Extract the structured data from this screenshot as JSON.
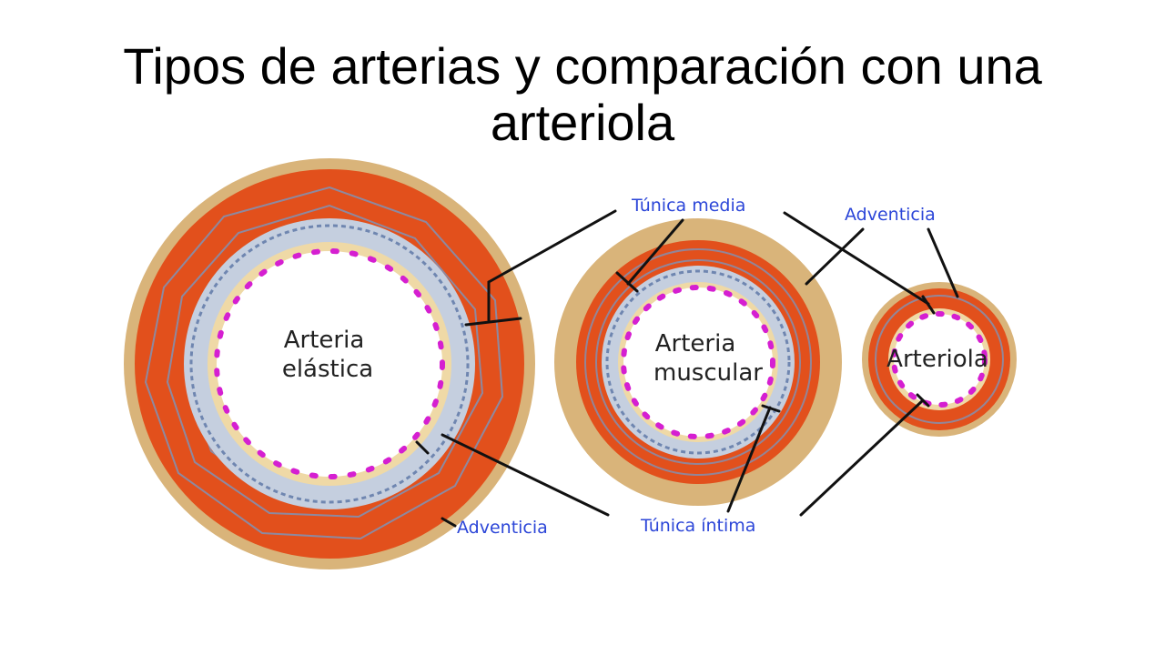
{
  "slide": {
    "title": "Tipos de arterias y comparación con una arteriola"
  },
  "diagram": {
    "vessels": {
      "elastic": {
        "label_line1": "Arteria",
        "label_line2": "elástica"
      },
      "muscular": {
        "label_line1": "Arteria",
        "label_line2": "muscular"
      },
      "arteriole": {
        "label": "Arteriola"
      }
    },
    "callouts": {
      "tunica_media": "Túnica media",
      "adventicia_top": "Adventicia",
      "adventicia_bottom": "Adventicia",
      "tunica_intima": "Túnica íntima"
    },
    "colors": {
      "adventitia": "#d9b47a",
      "media": "#e2501c",
      "media_fiber": "#7f93b8",
      "intima": "#c5cfdf",
      "intima_inner": "#efd9a6",
      "nuclei": "#d51fd1",
      "lumen": "#ffffff",
      "callout_text": "#2c46d8",
      "leader": "#111111"
    }
  }
}
